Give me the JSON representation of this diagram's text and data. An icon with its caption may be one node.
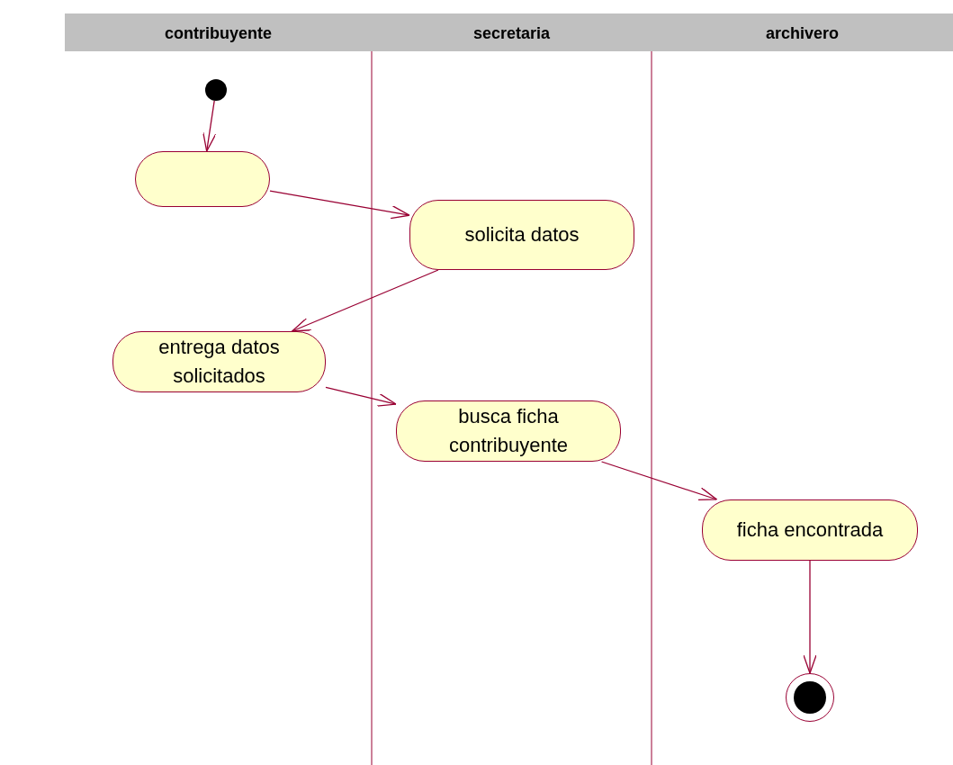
{
  "diagram": {
    "nodes": [
      {
        "text": [],
        "shape": "circle"
      },
      {
        "text": [],
        "shape": "box"
      },
      {
        "text": [
          "solicita datos"
        ]
      },
      {
        "text": [
          "entrega datos solicitados"
        ]
      },
      {
        "text": [
          "busca ficha contribuyente"
        ]
      },
      {
        "text": [
          "ficha encontrada"
        ]
      },
      {
        "text": [],
        "shape": "circle"
      }
    ],
    "edges": [
      {
        "from": 0,
        "to": 1,
        "arrow": "to"
      },
      {
        "from": 1,
        "to": 2,
        "arrow": "to"
      },
      {
        "from": 2,
        "to": 3,
        "arrow": "to"
      },
      {
        "from": 3,
        "to": 4,
        "arrow": "to"
      },
      {
        "from": 4,
        "to": 5,
        "arrow": "to"
      },
      {
        "from": 5,
        "to": 6,
        "arrow": "to"
      }
    ],
    "labels": [
      "contribuyente",
      "secretaria",
      "archivero"
    ]
  }
}
